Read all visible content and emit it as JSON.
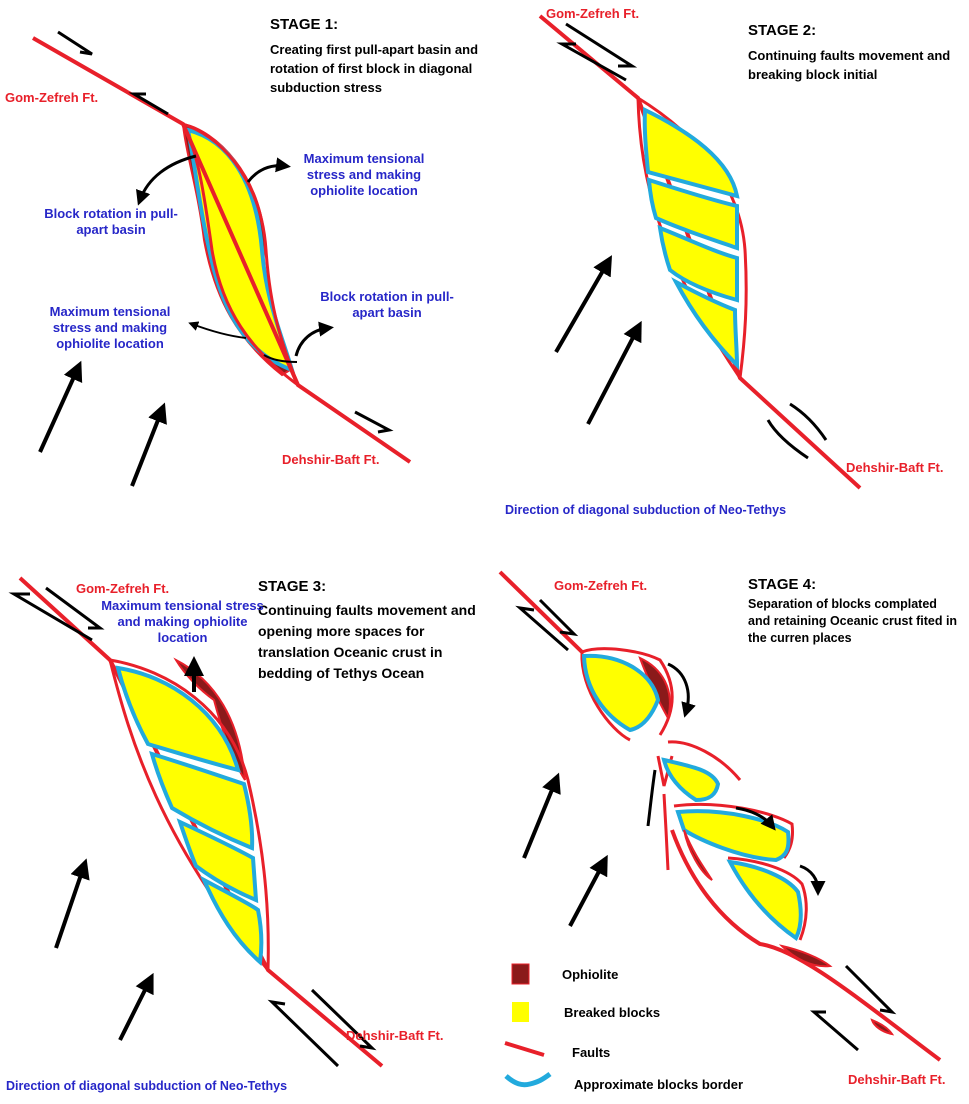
{
  "stages": [
    {
      "title": "STAGE 1:",
      "description": "Creating first pull-apart basin and rotation of first block in diagonal subduction stress"
    },
    {
      "title": "STAGE 2:",
      "description": "Continuing faults movement and breaking block initial"
    },
    {
      "title": "STAGE 3:",
      "description": "Continuing faults movement and opening more spaces for translation Oceanic crust in bedding of Tethys Ocean"
    },
    {
      "title": "STAGE 4:",
      "description": "Separation of blocks complated and retaining Oceanic crust fited in the curren places"
    }
  ],
  "faults": {
    "gom_zefreh": "Gom-Zefreh Ft.",
    "dehshir_baft": "Dehshir-Baft Ft."
  },
  "annotations": {
    "block_rotation": "Block rotation in pull-apart basin",
    "max_tension": "Maximum tensional stress and making ophiolite location"
  },
  "subduction_label": "Direction of diagonal subduction of Neo-Tethys",
  "legend": [
    {
      "label": "Ophiolite",
      "color": "#8b1a1a"
    },
    {
      "label": "Breaked blocks",
      "color": "#ffff00"
    },
    {
      "label": "Faults",
      "color": "#e8202a"
    },
    {
      "label": "Approximate blocks border",
      "color": "#22aadd"
    }
  ],
  "colors": {
    "fault": "#e8202a",
    "block": "#ffff00",
    "border": "#22aadd",
    "ophiolite": "#8b1a1a",
    "annotation": "#2727c8"
  }
}
